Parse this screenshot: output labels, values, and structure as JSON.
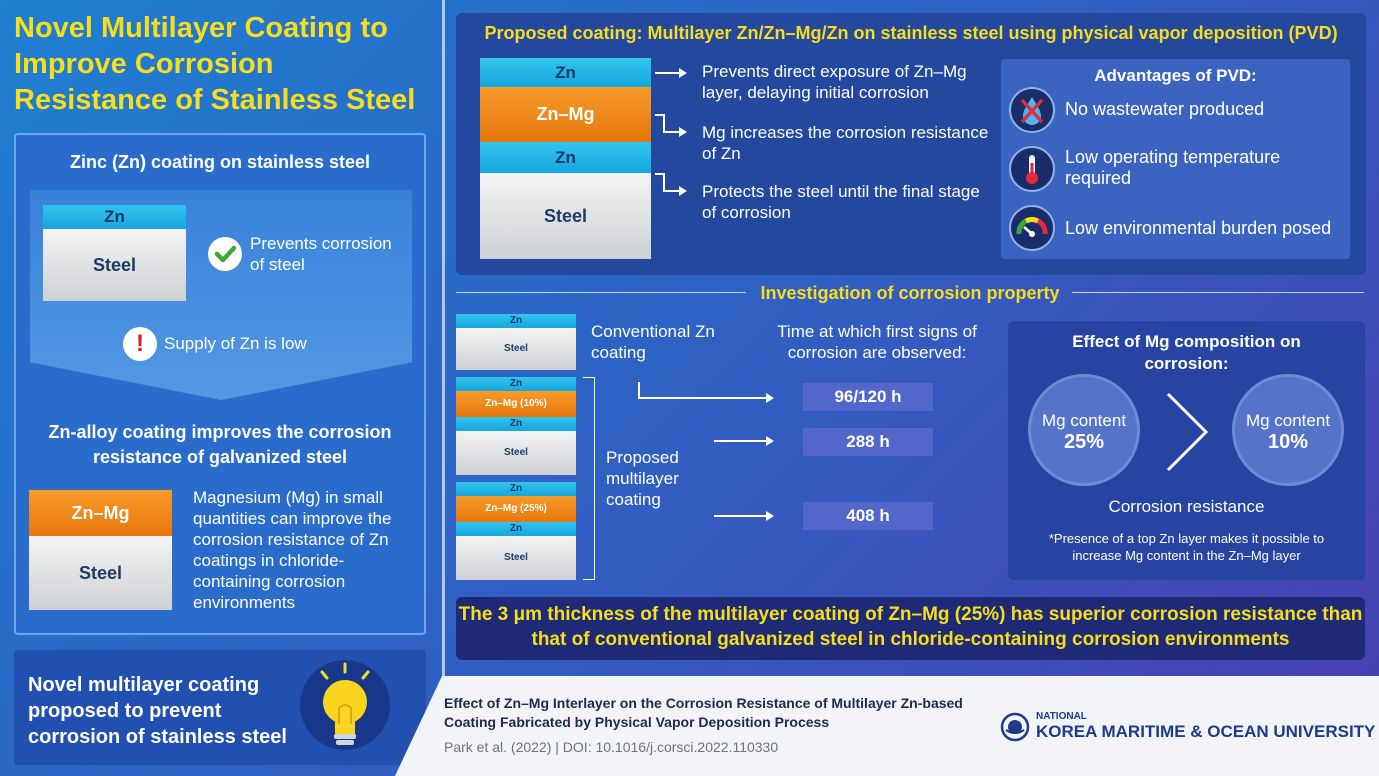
{
  "title": "Novel Multilayer Coating to Improve Corrosion Resistance of Stainless Steel",
  "left": {
    "zinc_heading": "Zinc (Zn) coating on stainless steel",
    "zn": "Zn",
    "steel": "Steel",
    "prevents": "Prevents corrosion of steel",
    "supply_low": "Supply of Zn is low",
    "alloy_heading": "Zn-alloy coating improves the corrosion resistance of galvanized steel",
    "znmg": "Zn–Mg",
    "mg_text": "Magnesium (Mg) in small quantities can improve the corrosion resistance of Zn coatings in chloride-containing corrosion environments",
    "bottom_text": "Novel multilayer coating proposed to prevent corrosion of stainless steel"
  },
  "proposed": {
    "heading": "Proposed coating: Multilayer Zn/Zn–Mg/Zn on stainless steel using physical vapor deposition (PVD)",
    "layers": [
      "Zn",
      "Zn–Mg",
      "Zn",
      "Steel"
    ],
    "notes": [
      "Prevents direct exposure of Zn–Mg layer, delaying initial corrosion",
      "Mg increases the corrosion resistance of Zn",
      "Protects the steel until the final stage of corrosion"
    ]
  },
  "pvd": {
    "heading": "Advantages of PVD:",
    "items": [
      {
        "icon": "no-water-icon",
        "text": "No wastewater produced"
      },
      {
        "icon": "thermometer-icon",
        "text": "Low operating temperature required"
      },
      {
        "icon": "gauge-icon",
        "text": "Low environmental burden posed"
      }
    ]
  },
  "investigation": {
    "heading": "Investigation of corrosion property",
    "conventional": "Conventional Zn coating",
    "time_heading": "Time at which first signs of corrosion are observed:",
    "proposed_label": "Proposed multilayer coating",
    "zn": "Zn",
    "steel": "Steel",
    "znmg10": "Zn–Mg (10%)",
    "znmg25": "Zn–Mg (25%)",
    "times": [
      "96/120 h",
      "288 h",
      "408 h"
    ]
  },
  "mg_effect": {
    "heading": "Effect of Mg composition on corrosion:",
    "left_label": "Mg content",
    "left_value": "25%",
    "right_label": "Mg content",
    "right_value": "10%",
    "caption": "Corrosion resistance",
    "note": "*Presence of a top Zn layer makes it possible to increase Mg content in the Zn–Mg layer"
  },
  "conclusion": "The 3 μm thickness of the multilayer coating of Zn–Mg (25%) has superior corrosion resistance than that of conventional galvanized steel in chloride-containing corrosion environments",
  "footer": {
    "paper_title": "Effect of Zn–Mg Interlayer on the Corrosion Resistance of Multilayer Zn-based Coating Fabricated by Physical Vapor Deposition Process",
    "citation": "Park et al. (2022)  |  DOI: 10.1016/j.corsci.2022.110330",
    "logo_small": "NATIONAL",
    "logo_main": "KOREA MARITIME & OCEAN UNIVERSITY"
  }
}
